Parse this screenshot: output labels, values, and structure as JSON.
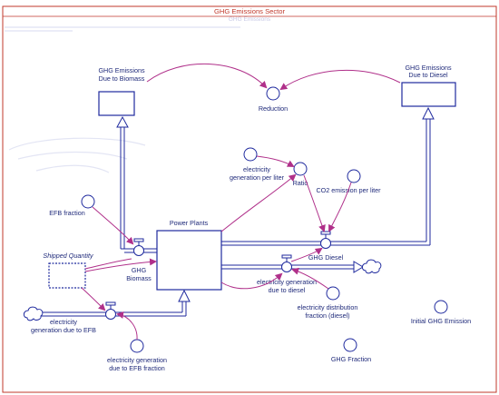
{
  "sector": {
    "title": "GHG Emissions Sector",
    "faint_title": "GHG Emissions"
  },
  "stocks": {
    "biomass": [
      "GHG Emissions",
      "Due to Biomass"
    ],
    "diesel": [
      "GHG Emissions",
      "Due to Diesel"
    ],
    "power_plants": "Power Plants",
    "shipped": "Shipped Quantity"
  },
  "flows": {
    "ghg_biomass": [
      "GHG",
      "Biomass"
    ],
    "ghg_diesel": "GHG Diesel",
    "elec_gen_diesel": [
      "electricity generation",
      "due to diesel"
    ],
    "elec_gen_efb": [
      "electricity",
      "generation due to EFB"
    ]
  },
  "converters": {
    "reduction": "Reduction",
    "ratio": "Ratio",
    "elec_per_liter": [
      "electricity",
      "generation per liter"
    ],
    "co2_per_liter": "CO2 emission per liter",
    "efb_fraction": "EFB fraction",
    "elec_dist_fraction": [
      "electricity distribution",
      "fraction (diesel)"
    ],
    "initial_ghg": "Initial GHG Emission",
    "ghg_fraction": "GHG Fraction",
    "efb_gen_fraction": [
      "electricity generation",
      "due to EFB fraction"
    ]
  },
  "colors": {
    "frame": "#c0392b",
    "stock_stroke": "#1f2a9e",
    "connector": "#b0308a",
    "label": "#1f2a7a"
  }
}
